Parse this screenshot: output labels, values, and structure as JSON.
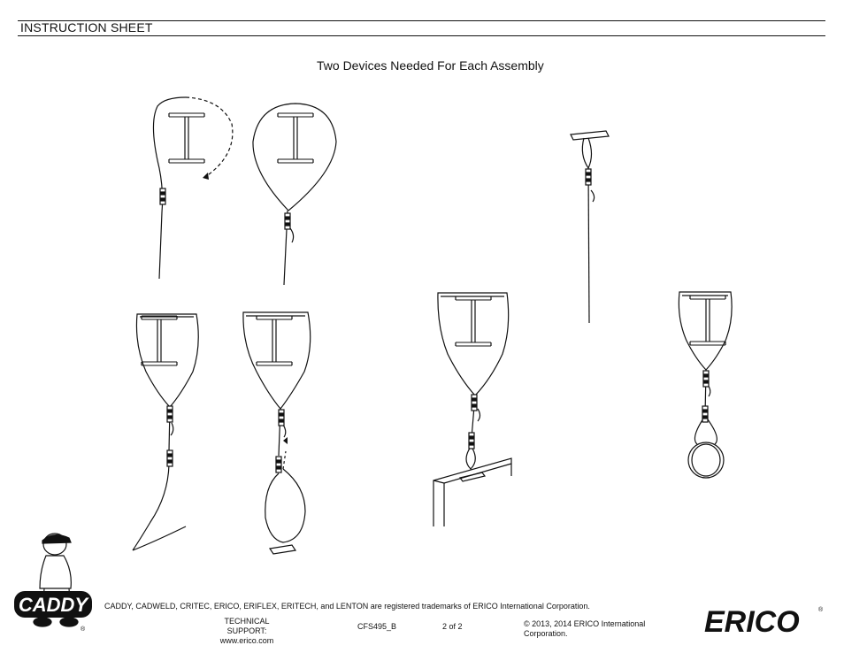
{
  "header": {
    "sheet_title": "INSTRUCTION SHEET",
    "subtitle": "Two Devices Needed For Each Assembly"
  },
  "footer": {
    "trademark_notice": "CADDY, CADWELD, CRITEC, ERICO, ERIFLEX, ERITECH, and LENTON are registered trademarks of ERICO International Corporation.",
    "support_label": "TECHNICAL SUPPORT:",
    "support_url": "www.erico.com",
    "document_number": "CFS495_B",
    "page_number": "2 of 2",
    "copyright": "© 2013, 2014 ERICO International Corporation.",
    "caddy_logo_text": "CADDY",
    "erico_logo_text": "ERICO",
    "registered_mark": "®"
  }
}
